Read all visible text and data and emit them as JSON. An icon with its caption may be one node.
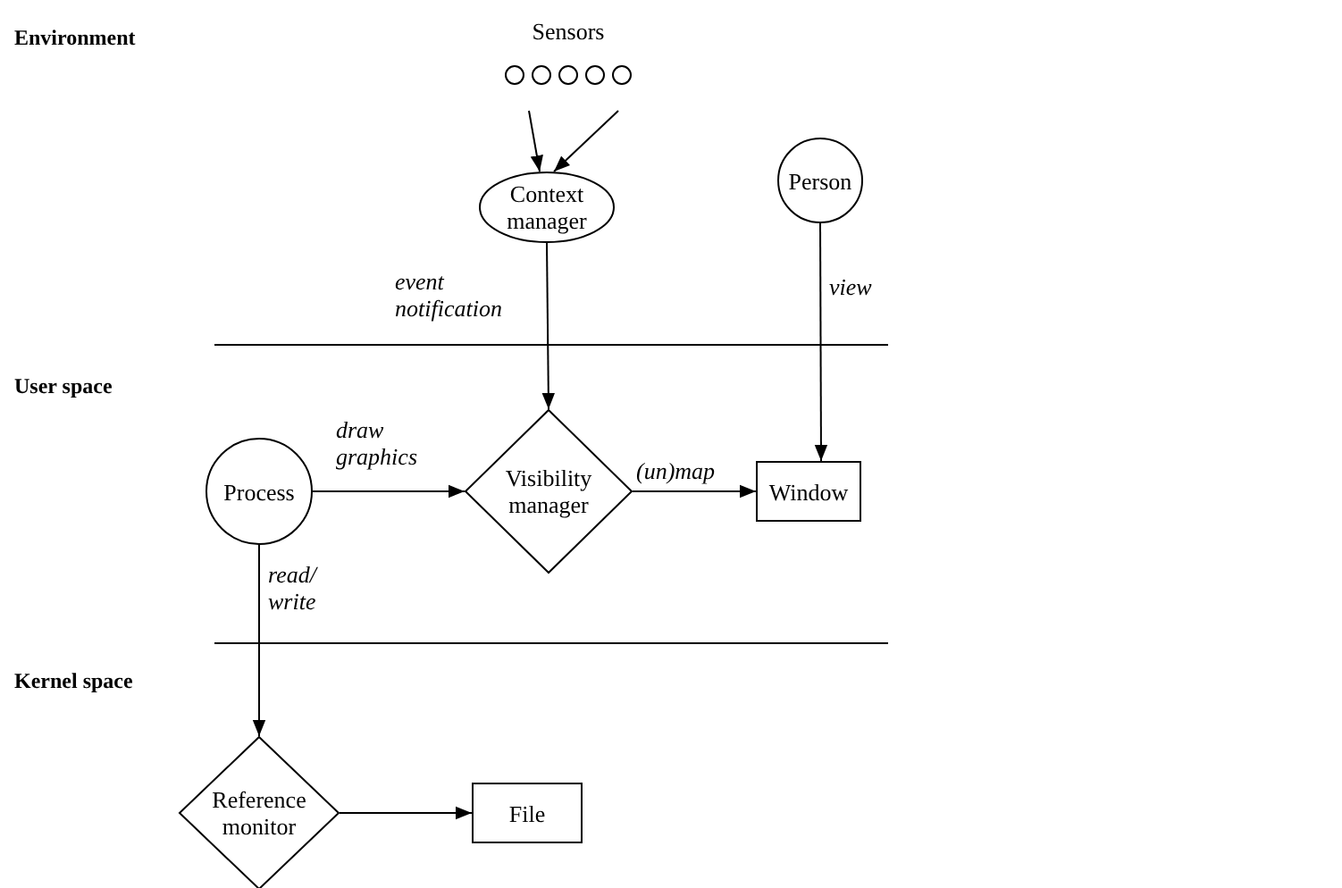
{
  "diagram": {
    "nodes": [
      {
        "text": [
          "Sensors"
        ]
      },
      {
        "text": [
          "Context manager"
        ]
      },
      {
        "text": [
          "Person"
        ]
      },
      {
        "text": [
          "Process"
        ]
      },
      {
        "text": [
          "Visibility manager"
        ]
      },
      {
        "text": [
          "Window"
        ]
      },
      {
        "text": [
          "Reference monitor"
        ]
      },
      {
        "text": [
          "File"
        ]
      }
    ],
    "edges": [
      {
        "from": 0,
        "to": 1,
        "arrow": "to"
      },
      {
        "from": 0,
        "to": 1,
        "arrow": "to"
      },
      {
        "from": 1,
        "to": 4,
        "arrow": "to",
        "label": "event notification"
      },
      {
        "from": 2,
        "to": 5,
        "arrow": "to",
        "label": "view"
      },
      {
        "from": 3,
        "to": 4,
        "arrow": "to",
        "label": "draw graphics"
      },
      {
        "from": 4,
        "to": 5,
        "arrow": "to",
        "label": "(un)map"
      },
      {
        "from": 3,
        "to": 6,
        "arrow": "to",
        "label": "read/ write"
      },
      {
        "from": 6,
        "to": 7,
        "arrow": "to"
      }
    ],
    "labels": [
      "Environment",
      "User space",
      "Kernel space"
    ]
  }
}
